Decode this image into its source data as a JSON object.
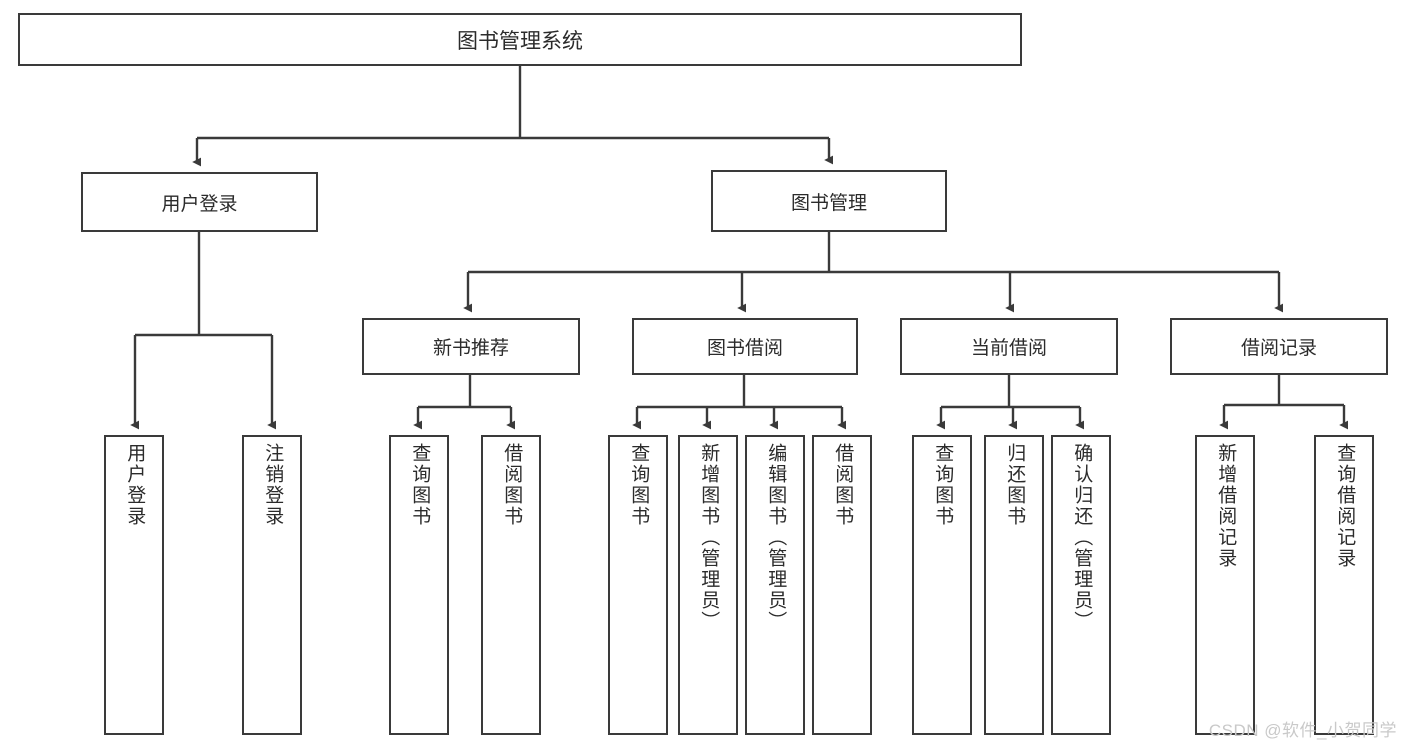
{
  "diagram": {
    "title": "图书管理系统",
    "type": "tree",
    "watermark": "CSDN @软件_小贺同学",
    "colors": {
      "background": "#ffffff",
      "node_border": "#3a3a3a",
      "node_fill": "#ffffff",
      "edge": "#3a3a3a",
      "text": "#2b2b2b",
      "watermark": "#c9c9c9"
    },
    "root": {
      "label": "图书管理系统"
    },
    "level2": [
      {
        "label": "用户登录"
      },
      {
        "label": "图书管理"
      }
    ],
    "level3": [
      {
        "label": "新书推荐"
      },
      {
        "label": "图书借阅"
      },
      {
        "label": "当前借阅"
      },
      {
        "label": "借阅记录"
      }
    ],
    "leaves": {
      "user_login": [
        {
          "label": "用户登录"
        },
        {
          "label": "注销登录"
        }
      ],
      "new_book_recommend": [
        {
          "label": "查询图书"
        },
        {
          "label": "借阅图书"
        }
      ],
      "book_borrow": [
        {
          "label": "查询图书"
        },
        {
          "label": "新增图书（管理员）"
        },
        {
          "label": "编辑图书（管理员）"
        },
        {
          "label": "借阅图书"
        }
      ],
      "current_borrow": [
        {
          "label": "查询图书"
        },
        {
          "label": "归还图书"
        },
        {
          "label": "确认归还（管理员）"
        }
      ],
      "borrow_record": [
        {
          "label": "新增借阅记录"
        },
        {
          "label": "查询借阅记录"
        }
      ]
    }
  }
}
